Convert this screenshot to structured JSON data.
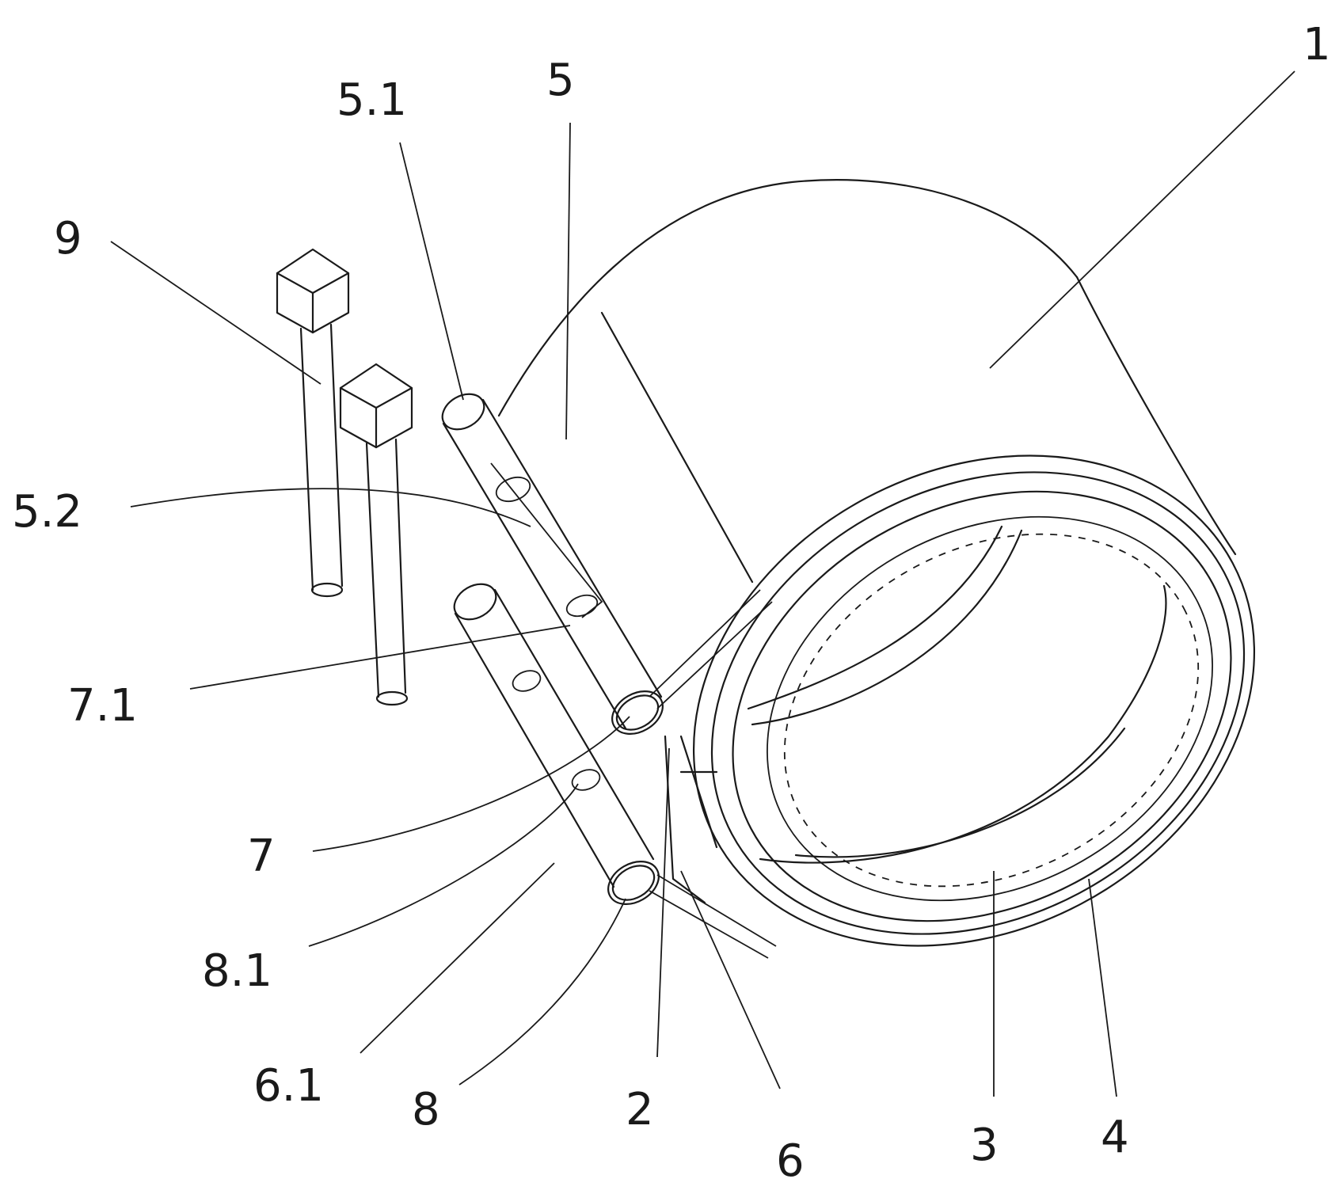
{
  "labels": [
    {
      "id": "1",
      "text": "1"
    },
    {
      "id": "2",
      "text": "2"
    },
    {
      "id": "3",
      "text": "3"
    },
    {
      "id": "4",
      "text": "4"
    },
    {
      "id": "5",
      "text": "5"
    },
    {
      "id": "5.1",
      "text": "5.1"
    },
    {
      "id": "5.2",
      "text": "5.2"
    },
    {
      "id": "6",
      "text": "6"
    },
    {
      "id": "6.1",
      "text": "6.1"
    },
    {
      "id": "7",
      "text": "7"
    },
    {
      "id": "7.1",
      "text": "7.1"
    },
    {
      "id": "8",
      "text": "8"
    },
    {
      "id": "8.1",
      "text": "8.1"
    },
    {
      "id": "9",
      "text": "9"
    }
  ]
}
